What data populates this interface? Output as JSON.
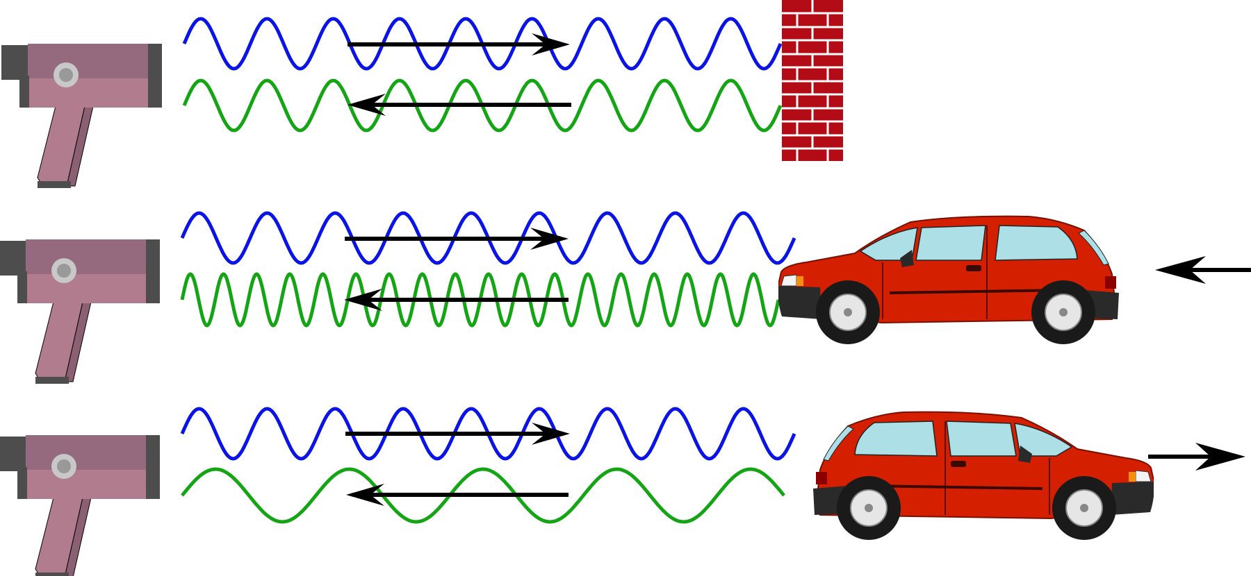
{
  "colors": {
    "emitted_wave": "#0a14e6",
    "reflected_wave": "#14a514",
    "arrow": "#000000",
    "radar_gun_body": "#b07c8e",
    "radar_gun_dark": "#4d4d4d",
    "brick": "#b30c17",
    "car_body": "#d42000",
    "car_window": "#acdfe6",
    "tire": "#1a1a1a",
    "background": "#ffffff"
  },
  "icons": {
    "radar_gun": "radar-gun-icon",
    "wall": "brick-wall-icon",
    "car": "car-icon",
    "direction_arrow": "direction-arrow-icon"
  },
  "scenarios": [
    {
      "id": "stationary-wall",
      "target": "wall",
      "target_motion": "none",
      "emitted_cycles": 9,
      "reflected_cycles": 9
    },
    {
      "id": "approaching-car",
      "target": "car",
      "target_motion": "toward",
      "emitted_cycles": 9,
      "reflected_cycles": 18
    },
    {
      "id": "receding-car",
      "target": "car",
      "target_motion": "away",
      "emitted_cycles": 9,
      "reflected_cycles": 4.5
    }
  ]
}
